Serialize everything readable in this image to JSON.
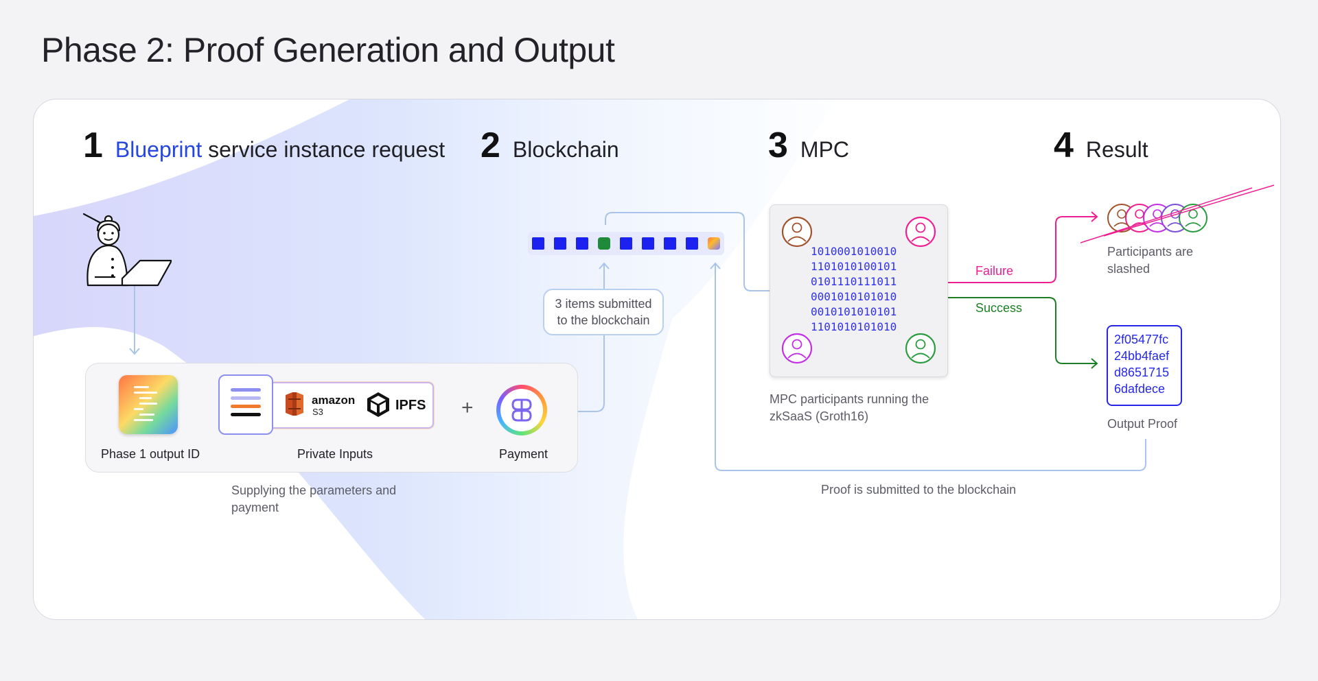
{
  "title": "Phase 2: Proof Generation and Output",
  "steps": [
    {
      "num": "1",
      "accent": "Blueprint",
      "label": " service instance request"
    },
    {
      "num": "2",
      "label": "Blockchain"
    },
    {
      "num": "3",
      "label": "MPC"
    },
    {
      "num": "4",
      "label": "Result"
    }
  ],
  "inputs": {
    "phase1_label": "Phase 1 output ID",
    "private_label": "Private Inputs",
    "payment_label": "Payment",
    "amazon": "amazon",
    "s3": "S3",
    "ipfs": "IPFS",
    "plus": "+"
  },
  "captions": {
    "supplying_1": "Supplying the parameters and",
    "supplying_2": "payment",
    "submitted_1": "3 items submitted",
    "submitted_2": "to the blockchain",
    "mpc_1": "MPC participants running the",
    "mpc_2": "zkSaaS (Groth16)",
    "proof_submitted": "Proof is submitted to the blockchain",
    "slashed_1": "Participants are",
    "slashed_2": "slashed",
    "output_proof": "Output Proof"
  },
  "edges": {
    "failure": "Failure",
    "success": "Success"
  },
  "binary": [
    "1010001010010",
    "1101010100101",
    "0101110111011",
    "0001010101010",
    "0010101010101",
    "1101010101010"
  ],
  "proof_lines": [
    "2f05477fc",
    "24bb4faef",
    "d8651715",
    "6dafdece"
  ],
  "colors": {
    "accent_blue": "#2646e0",
    "block_blue": "#1b22f0",
    "failure": "#ee1e92",
    "success": "#1d7f25",
    "proof": "#2628e8",
    "arrow": "#a8c4ea"
  },
  "icons": [
    "user-at-laptop-icon",
    "document-icon",
    "list-icon",
    "amazon-s3-icon",
    "ipfs-icon",
    "payment-icon",
    "user-icon"
  ]
}
